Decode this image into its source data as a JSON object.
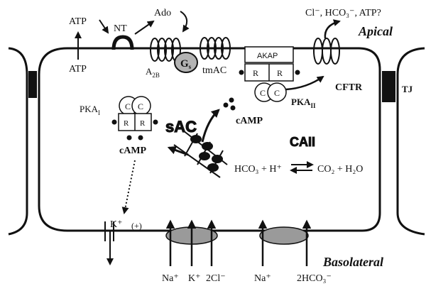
{
  "apical": {
    "region_label": "Apical",
    "atp_out": "ATP",
    "atp_in": "ATP",
    "nt": "NT",
    "ado": "Ado",
    "a2b": "A",
    "a2b_sub": "2B",
    "gs": "G",
    "gs_sub": "s",
    "tmac": "tmAC",
    "akap": "AKAP",
    "pka2_r1": "R",
    "pka2_r2": "R",
    "pka2_c1": "C",
    "pka2_c2": "C",
    "pka2": "PKA",
    "pka2_sub": "II",
    "cftr": "CFTR",
    "secreted": "Cl⁻, HCO₃⁻, ATP?"
  },
  "junction": {
    "tj": "TJ"
  },
  "cytoplasm": {
    "pka1": "PKA",
    "pka1_sub": "I",
    "pka1_c1": "C",
    "pka1_c2": "C",
    "pka1_r1": "R",
    "pka1_r2": "R",
    "camp_left": "cAMP",
    "sac": "sAC",
    "camp_center": "cAMP",
    "ca2": "CAII",
    "reaction_left": "HCO₃ + H⁺",
    "reaction_right": "CO₂ + H₂O"
  },
  "basolateral": {
    "region_label": "Basolateral",
    "k_channel": "K⁺",
    "k_channel_sign": "(+)",
    "na": "Na⁺",
    "k_cotransport": "K⁺",
    "cl2": "2Cl⁻",
    "na2": "Na⁺",
    "hco3": "2HCO₃⁻"
  },
  "colors": {
    "ink": "#111111",
    "gs_fill": "#b3b3b3",
    "transporter_fill": "#9a9a9a",
    "junction_fill": "#111111",
    "background": "#ffffff"
  }
}
